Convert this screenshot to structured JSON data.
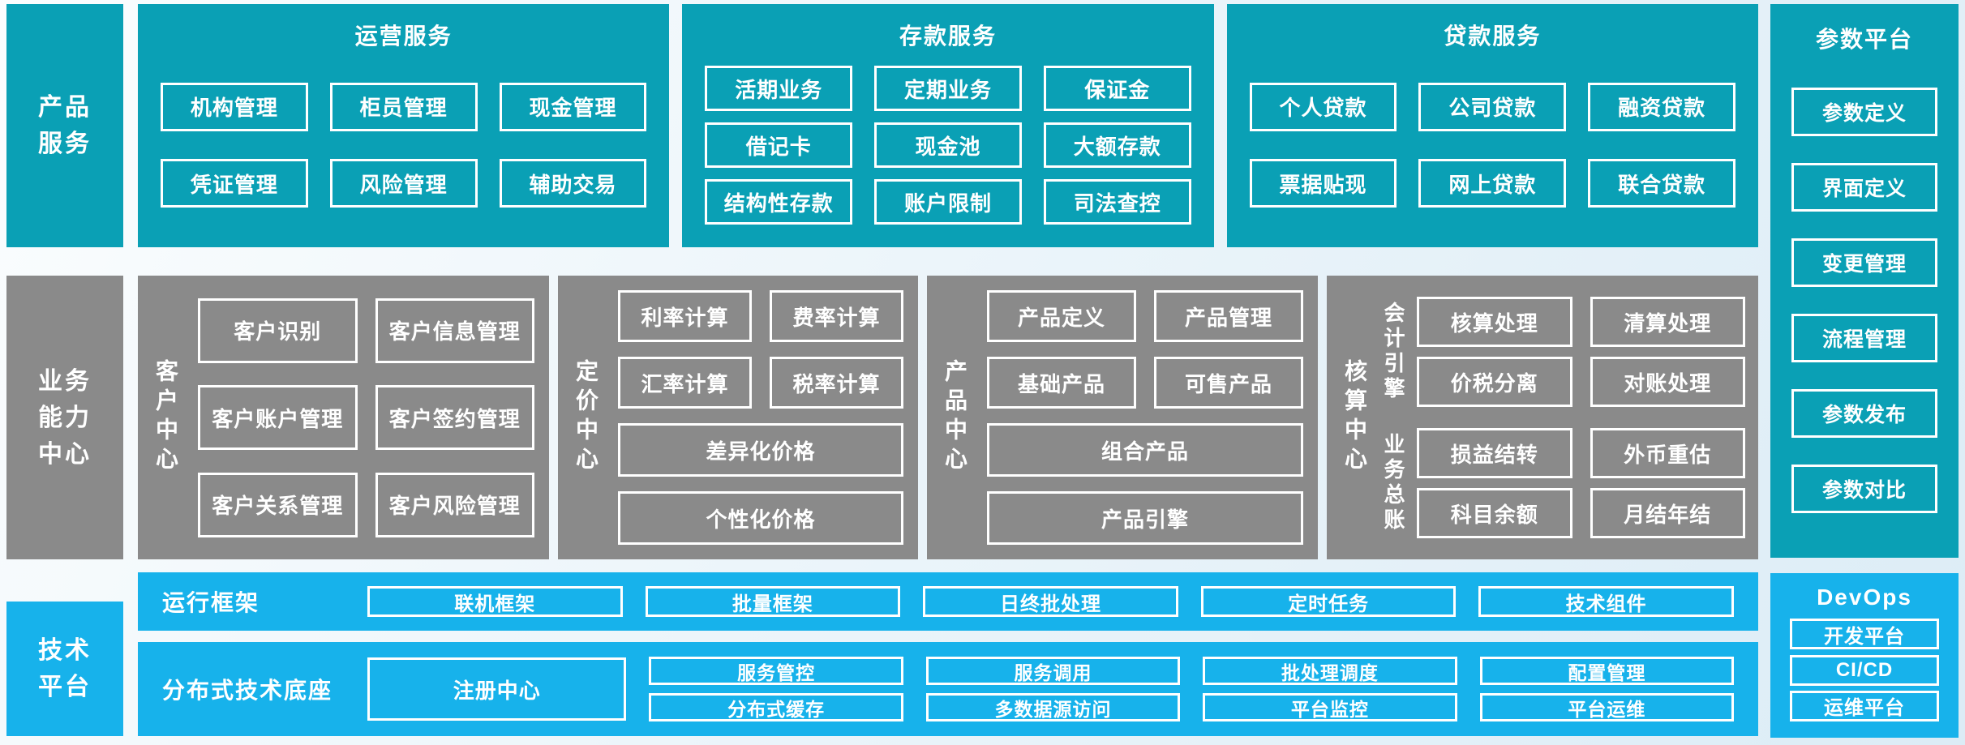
{
  "colors": {
    "teal": "#0aa0b5",
    "gray": "#8a8a8a",
    "blue": "#17b2eb",
    "box_border": "#ffffff"
  },
  "left_labels": {
    "products": [
      "产品",
      "服务"
    ],
    "capability": [
      "业务",
      "能力",
      "中心"
    ],
    "tech": [
      "技术",
      "平台"
    ]
  },
  "top_sections": [
    {
      "title": "运营服务",
      "rows": [
        [
          "机构管理",
          "柜员管理",
          "现金管理"
        ],
        [
          "凭证管理",
          "风险管理",
          "辅助交易"
        ]
      ]
    },
    {
      "title": "存款服务",
      "rows": [
        [
          "活期业务",
          "定期业务",
          "保证金"
        ],
        [
          "借记卡",
          "现金池",
          "大额存款"
        ],
        [
          "结构性存款",
          "账户限制",
          "司法查控"
        ]
      ]
    },
    {
      "title": "贷款服务",
      "rows": [
        [
          "个人贷款",
          "公司贷款",
          "融资贷款"
        ],
        [
          "票据贴现",
          "网上贷款",
          "联合贷款"
        ]
      ]
    }
  ],
  "param_platform": {
    "title": "参数平台",
    "items": [
      "参数定义",
      "界面定义",
      "变更管理",
      "流程管理",
      "参数发布",
      "参数对比"
    ]
  },
  "capability_row": {
    "customer": {
      "label": "客户中心",
      "cells": [
        "客户识别",
        "客户信息管理",
        "客户账户管理",
        "客户签约管理",
        "客户关系管理",
        "客户风险管理"
      ]
    },
    "pricing": {
      "label": "定价中心",
      "cells": [
        "利率计算",
        "费率计算",
        "汇率计算",
        "税率计算"
      ],
      "wide": [
        "差异化价格",
        "个性化价格"
      ]
    },
    "product": {
      "label": "产品中心",
      "cells": [
        "产品定义",
        "产品管理",
        "基础产品",
        "可售产品"
      ],
      "wide": [
        "组合产品",
        "产品引擎"
      ]
    },
    "accounting": {
      "label": "核算中心",
      "groups": [
        {
          "label": "会计引擎",
          "cells": [
            "核算处理",
            "清算处理",
            "价税分离",
            "对账处理"
          ]
        },
        {
          "label": "业务总账",
          "cells": [
            "损益结转",
            "外币重估",
            "科目余额",
            "月结年结"
          ]
        }
      ]
    }
  },
  "tech_platform": {
    "runtime": {
      "label": "运行框架",
      "items": [
        "联机框架",
        "批量框架",
        "日终批处理",
        "定时任务",
        "技术组件"
      ]
    },
    "base": {
      "label": "分布式技术底座",
      "registry": "注册中心",
      "pairs": [
        [
          "服务管控",
          "分布式缓存"
        ],
        [
          "服务调用",
          "多数据源访问"
        ],
        [
          "批处理调度",
          "平台监控"
        ],
        [
          "配置管理",
          "平台运维"
        ]
      ]
    }
  },
  "devops": {
    "title": "DevOps",
    "items": [
      "开发平台",
      "CI/CD",
      "运维平台"
    ]
  }
}
